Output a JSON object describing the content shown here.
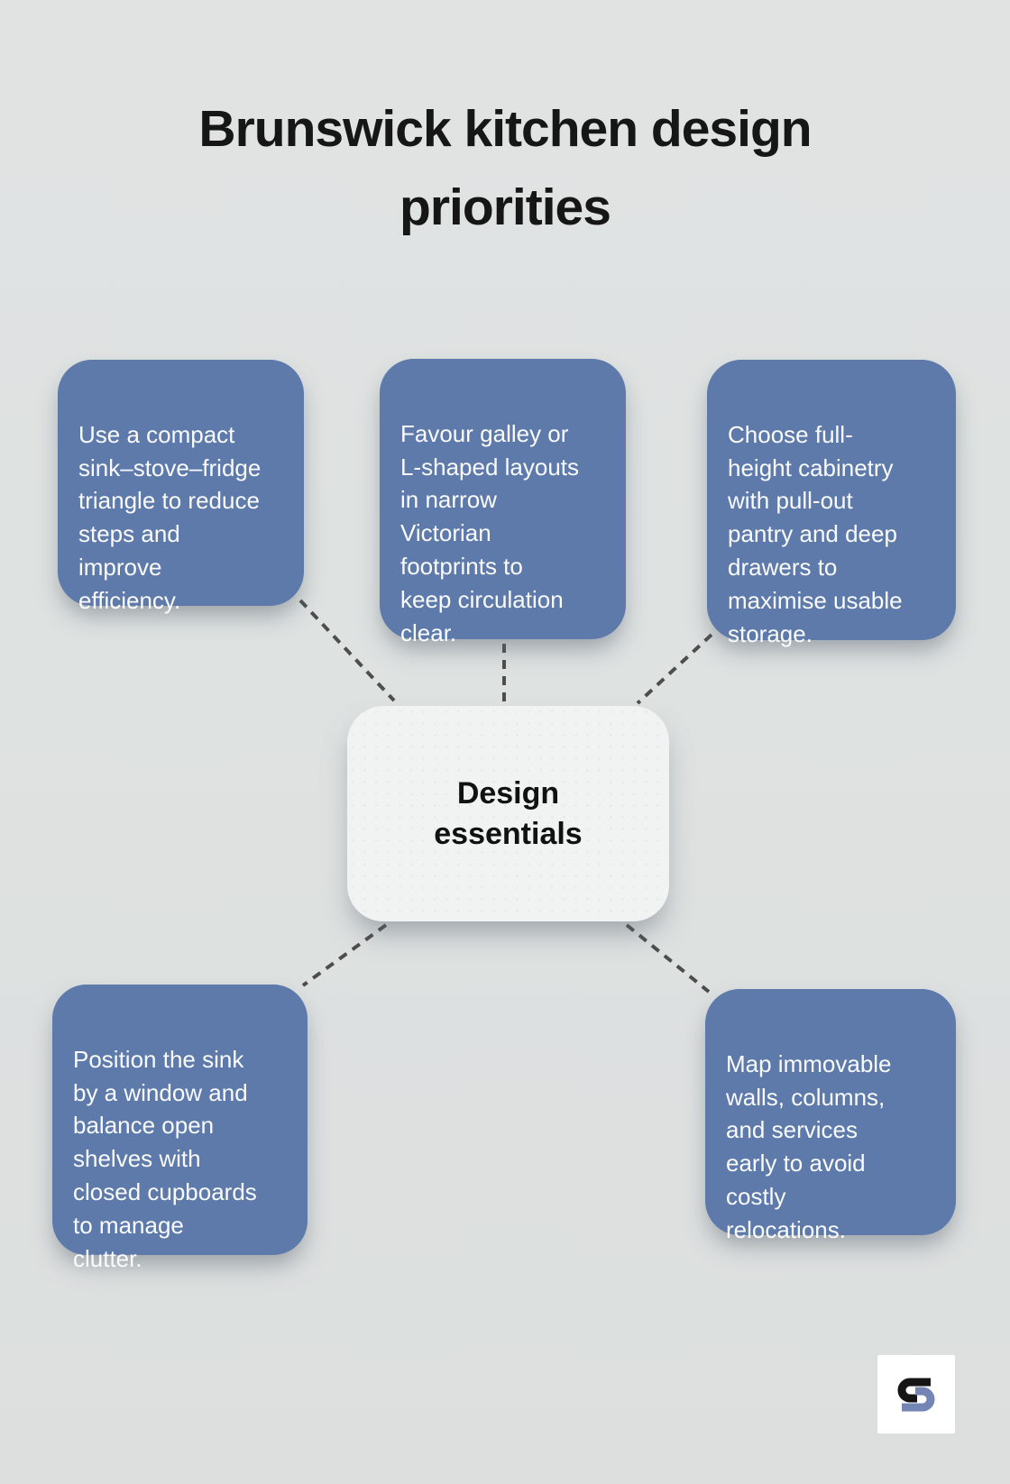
{
  "title": "Brunswick kitchen design\npriorities",
  "center": {
    "label": "Design\nessentials"
  },
  "nodes": [
    {
      "id": "top-left",
      "text": "Use a compact\nsink–stove–fridge\ntriangle to reduce\nsteps and\nimprove\nefficiency."
    },
    {
      "id": "top-middle",
      "text": "Favour galley or\nL-shaped layouts\nin narrow\nVictorian\nfootprints to\nkeep circulation\nclear."
    },
    {
      "id": "top-right",
      "text": "Choose full-\nheight cabinetry\nwith pull-out\npantry and deep\ndrawers to\nmaximise usable\nstorage."
    },
    {
      "id": "bottom-left",
      "text": "Position the sink\nby a window and\nbalance open\nshelves with\nclosed cupboards\nto manage\nclutter."
    },
    {
      "id": "bottom-right",
      "text": "Map immovable\nwalls, columns,\nand services\nearly to avoid\ncostly\nrelocations."
    }
  ],
  "logo": {
    "icon": "s-monogram-icon"
  },
  "colors": {
    "background": "#dee2e1",
    "node_blue": "#5d7aab",
    "node_text": "#fafbfc",
    "center_box": "#f1f2f2",
    "title_text": "#161616",
    "connector": "#4d4d4d",
    "logo_black": "#151515",
    "logo_blue": "#7285b5"
  }
}
